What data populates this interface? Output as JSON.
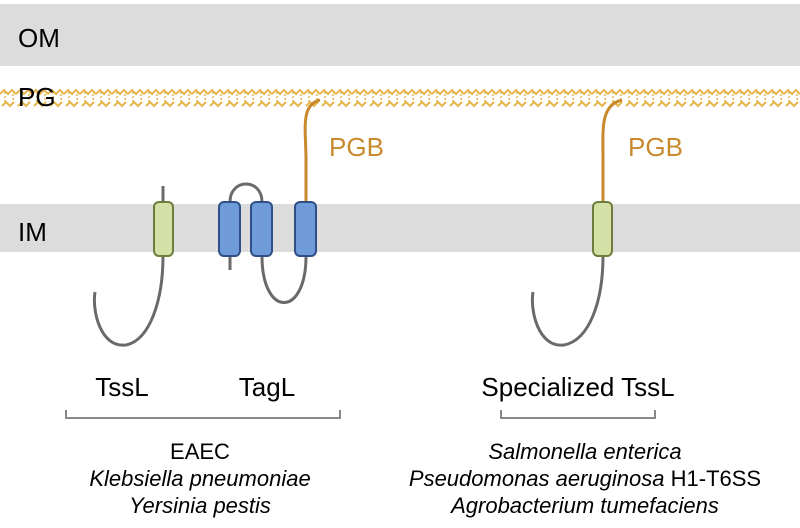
{
  "membranes": {
    "outer": "OM",
    "peptidoglycan": "PG",
    "inner": "IM"
  },
  "domains": {
    "pgb_left": "PGB",
    "pgb_right": "PGB"
  },
  "proteins": {
    "tssl": "TssL",
    "tagl": "TagL",
    "specialized_tssl": "Specialized TssL"
  },
  "organisms_left": {
    "line1": "EAEC",
    "line2": "Klebsiella pneumoniae",
    "line3": "Yersinia pestis"
  },
  "organisms_right": {
    "line1": "Salmonella enterica",
    "line2_italic": "Pseudomonas aeruginosa",
    "line2_plain": " H1-T6SS",
    "line3": "Agrobacterium tumefaciens"
  },
  "colors": {
    "membrane": "#dcdcdc",
    "peptidoglycan": "#e3b54a",
    "green_helix": "#d4e0a6",
    "green_stroke": "#6e7d3b",
    "blue_helix": "#6f9bd8",
    "blue_stroke": "#2f4f86",
    "pgb_orange": "#c98a2e",
    "loop_gray": "#6a6a6a"
  }
}
